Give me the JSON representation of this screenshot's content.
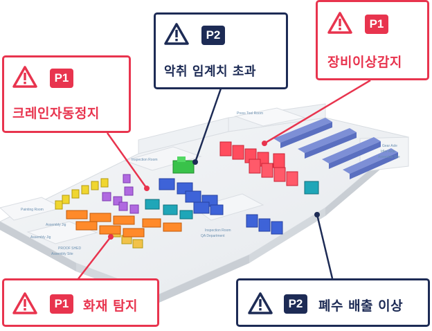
{
  "alerts": [
    {
      "id": "crane",
      "priority": "P1",
      "label": "크레인자동정지",
      "color": "#e8344e",
      "icon": "warning-triangle-icon"
    },
    {
      "id": "drug",
      "priority": "P2",
      "label": "악취 임계치 초과",
      "color": "#1d2b55",
      "icon": "warning-triangle-icon"
    },
    {
      "id": "equip",
      "priority": "P1",
      "label": "장비이상감지",
      "color": "#e8344e",
      "icon": "warning-triangle-icon"
    },
    {
      "id": "fire",
      "priority": "P1",
      "label": "화재 탐지",
      "color": "#e8344e",
      "icon": "warning-triangle-icon"
    },
    {
      "id": "waste",
      "priority": "P2",
      "label": "폐수 배출 이상",
      "color": "#1d2b55",
      "icon": "warning-triangle-icon"
    }
  ],
  "zones": {
    "press_tool": "Press Tool Room",
    "inspection": "Inspection Room",
    "painting": "Painting Room",
    "assembly_jig": "Assembly Jig",
    "assembly_jig2": "Assembly Jig",
    "proof_shed": "PROOF SHED",
    "assembly_site": "Assembly Site",
    "inspection_qa": "Inspection Room",
    "qa_department": "QA Department",
    "gear_axle": "Gear Axle",
    "idler_axle": "Idler Axle",
    "assembly_site2": "Assembly Site"
  }
}
